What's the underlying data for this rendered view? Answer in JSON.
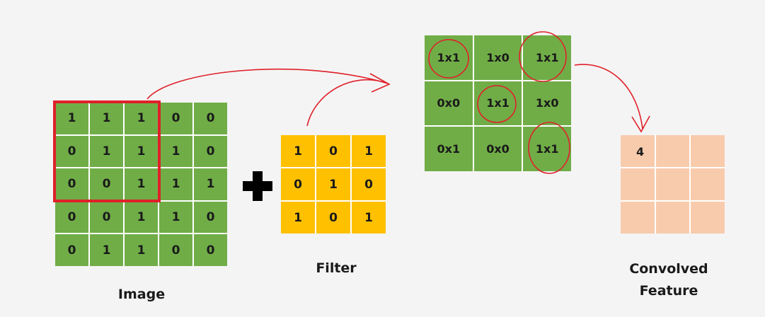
{
  "image": {
    "label": "Image",
    "cells": [
      [
        "1",
        "1",
        "1",
        "0",
        "0"
      ],
      [
        "0",
        "1",
        "1",
        "1",
        "0"
      ],
      [
        "0",
        "0",
        "1",
        "1",
        "1"
      ],
      [
        "0",
        "0",
        "1",
        "1",
        "0"
      ],
      [
        "0",
        "1",
        "1",
        "0",
        "0"
      ]
    ],
    "color": "#70ad47"
  },
  "filter": {
    "label": "Filter",
    "cells": [
      [
        "1",
        "0",
        "1"
      ],
      [
        "0",
        "1",
        "0"
      ],
      [
        "1",
        "0",
        "1"
      ]
    ],
    "color": "#ffc000"
  },
  "computation": {
    "cells": [
      [
        "1x1",
        "1x0",
        "1x1"
      ],
      [
        "0x0",
        "1x1",
        "1x0"
      ],
      [
        "0x1",
        "0x0",
        "1x1"
      ]
    ],
    "color": "#70ad47"
  },
  "convolved": {
    "label_line1": "Convolved",
    "label_line2": "Feature",
    "cells": [
      [
        "4",
        "",
        ""
      ],
      [
        "",
        "",
        ""
      ],
      [
        "",
        "",
        ""
      ]
    ],
    "color": "#f8cbad"
  },
  "annotation_color": "#e0202a",
  "plus_symbol_color": "#000000"
}
